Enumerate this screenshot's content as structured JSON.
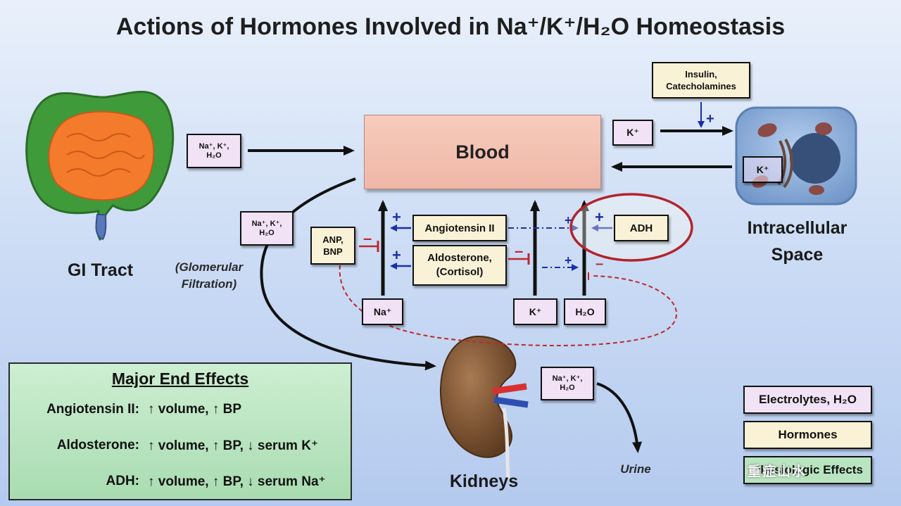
{
  "title": "Actions of Hormones Involved in Na⁺/K⁺/H₂O Homeostasis",
  "blood": "Blood",
  "labels": {
    "gi_tract": "GI Tract",
    "intracellular_line1": "Intracellular",
    "intracellular_line2": "Space",
    "kidneys": "Kidneys",
    "glomerular_line1": "(Glomerular",
    "glomerular_line2": "Filtration)",
    "urine": "Urine"
  },
  "electrolyte_boxes": {
    "gi": "Na⁺, K⁺, H₂O",
    "filtration": "Na⁺, K⁺, H₂O",
    "urine": "Na⁺, K⁺, H₂O",
    "k_out": "K⁺",
    "k_cell": "K⁺",
    "na": "Na⁺",
    "k": "K⁺",
    "h2o": "H₂O"
  },
  "hormone_boxes": {
    "insulin": "Insulin, Catecholamines",
    "angiotensin": "Angiotensin II",
    "aldosterone": "Aldosterone, (Cortisol)",
    "anp": "ANP, BNP",
    "adh": "ADH"
  },
  "signs": {
    "plus": "+",
    "minus": "–"
  },
  "effects": {
    "heading": "Major End Effects",
    "rows": [
      {
        "hormone": "Angiotensin II:",
        "effect": "↑ volume, ↑ BP"
      },
      {
        "hormone": "Aldosterone:",
        "effect": "↑ volume, ↑ BP, ↓ serum K⁺"
      },
      {
        "hormone": "ADH:",
        "effect": "↑ volume, ↑ BP, ↓ serum Na⁺"
      }
    ]
  },
  "legend": {
    "electrolytes": "Electrolytes, H₂O",
    "hormones": "Hormones",
    "physiologic": "Physiologic Effects"
  },
  "watermark": "重症山水",
  "colors": {
    "blue_arrow": "#1a2fa8",
    "red_inhibit": "#c0272d",
    "electrolyte_fill": "#f2e2f5",
    "hormone_fill": "#faf2d6",
    "effects_fill": "#b9e4c0"
  }
}
